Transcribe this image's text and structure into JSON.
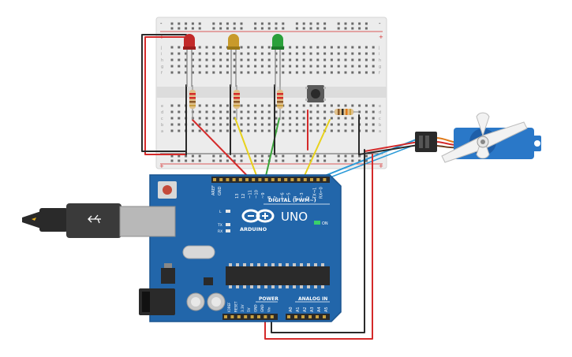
{
  "board": {
    "logo_text": "ARDUINO",
    "model": "UNO",
    "digital_label": "DIGITAL (PWM~)",
    "power_label": "POWER",
    "analog_label": "ANALOG IN",
    "on_label": "ON",
    "led_l": "L",
    "led_tx": "TX",
    "led_rx": "RX",
    "aref": "AREF",
    "gnd_top": "GND",
    "digital_pins": [
      "13",
      "12",
      "~11",
      "~10",
      "~9",
      "8",
      "7",
      "~6",
      "~5",
      "4",
      "~3",
      "2",
      "TX→1",
      "RX←0"
    ],
    "power_pins": [
      "IOREF",
      "RESET",
      "3.3V",
      "5V",
      "GND",
      "GND",
      "Vin"
    ],
    "analog_pins": [
      "A0",
      "A1",
      "A2",
      "A3",
      "A4",
      "A5"
    ]
  },
  "breadboard": {
    "row_letters_top": [
      "j",
      "i",
      "h",
      "g",
      "f"
    ],
    "row_letters_bottom": [
      "e",
      "d",
      "c",
      "b",
      "a"
    ],
    "plus": "+",
    "minus": "-"
  },
  "colors": {
    "wire_red": "#d42a2a",
    "wire_black": "#2a2a2a",
    "wire_yellow": "#e8d21c",
    "wire_green": "#3aa53a",
    "wire_blue": "#2a9ad8",
    "board": "#2266aa",
    "servo": "#2a78c8"
  }
}
